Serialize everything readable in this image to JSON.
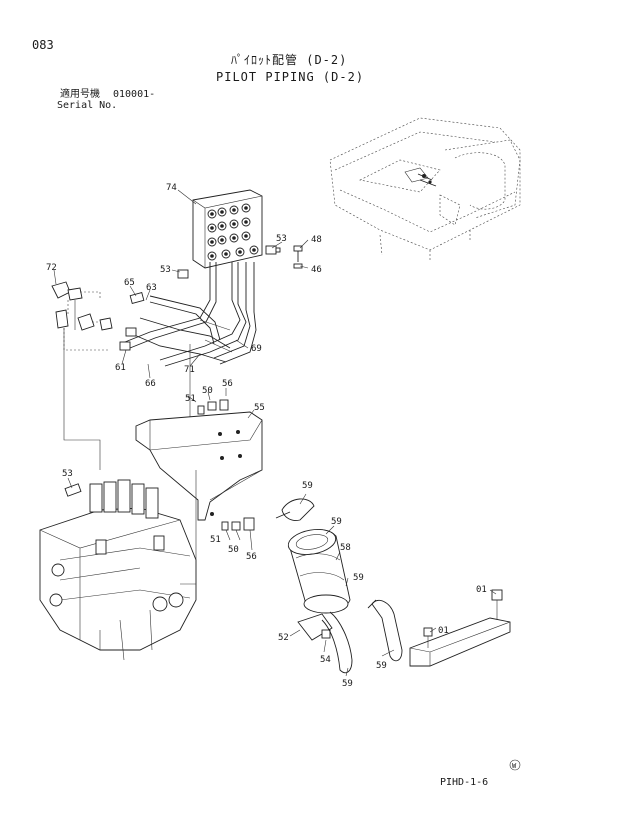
{
  "page": {
    "number": "083",
    "title_jp": "ﾊﾟｲﾛｯﾄ配管 (D-2)",
    "title_en": "PILOT PIPING (D-2)",
    "serial_jp": "適用号機",
    "serial_value": "010001-",
    "serial_en": "Serial No.",
    "footer_code": "PIHD-1-6",
    "mark": "W"
  },
  "callouts": {
    "c74": "74",
    "c53a": "53",
    "c48": "48",
    "c53b": "53",
    "c46": "46",
    "c72": "72",
    "c65": "65",
    "c63": "63",
    "c69": "69",
    "c71": "71",
    "c61": "61",
    "c66": "66",
    "c50a": "50",
    "c56a": "56",
    "c51a": "51",
    "c55": "55",
    "c53c": "53",
    "c59a": "59",
    "c59b": "59",
    "c58": "58",
    "c51b": "51",
    "c50b": "50",
    "c56b": "56",
    "c59c": "59",
    "c01a": "01",
    "c01b": "01",
    "c52": "52",
    "c54": "54",
    "c59d": "59",
    "c59e": "59"
  }
}
